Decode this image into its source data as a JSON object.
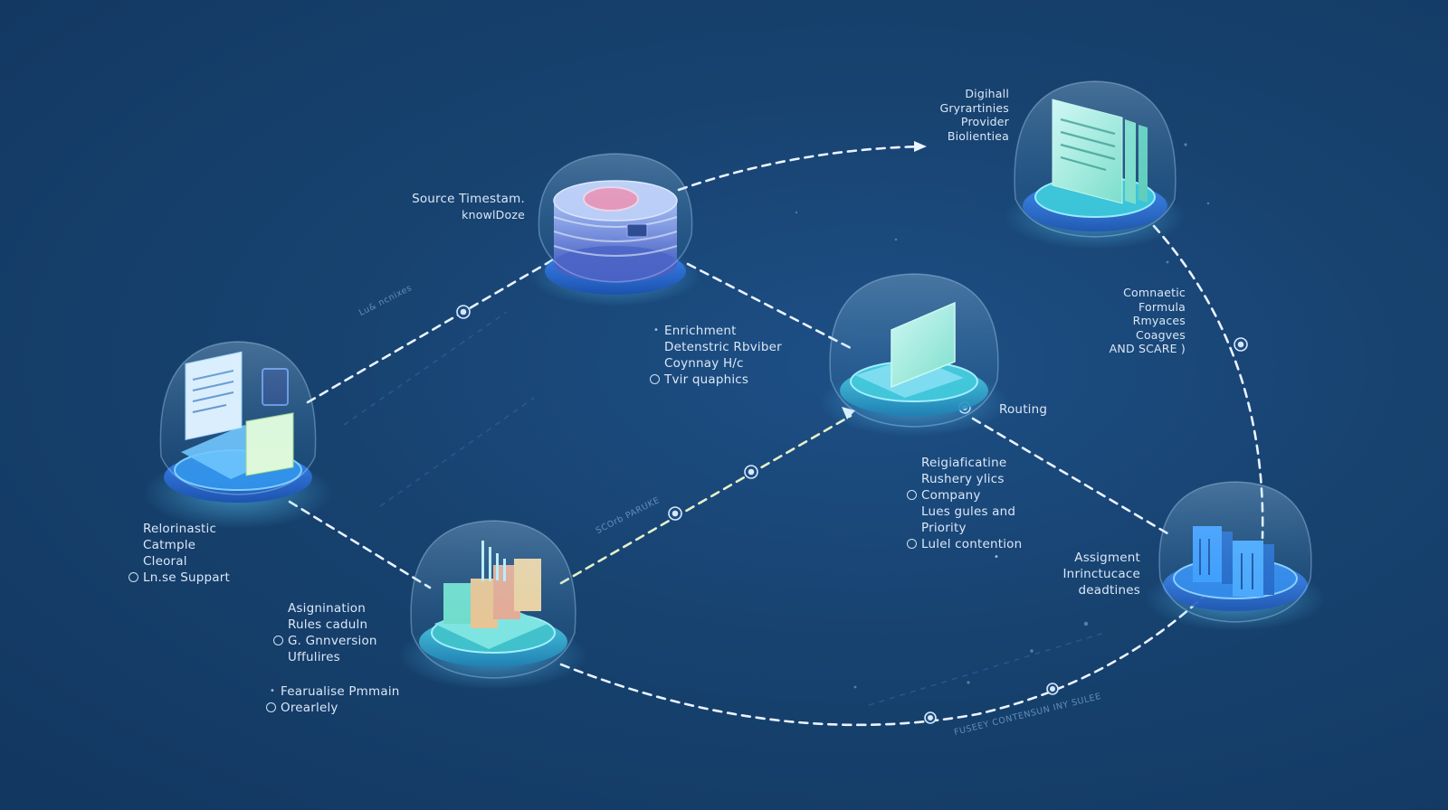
{
  "nodes": {
    "source": {
      "label_lines": [
        "Source Timestam.",
        "knowlDoze"
      ]
    },
    "provider": {
      "label_lines": [
        "Digihall",
        "Gryrartinies",
        "Provider",
        "Biolientiea"
      ]
    },
    "enrichment": {
      "label_lines": [
        "Enrichment",
        "Detenstric Rbviber",
        "Coynnay H/c",
        "Tvir quaphics"
      ]
    },
    "routing": {
      "label": "Routing",
      "detail_lines": [
        "Reigiaficatine",
        "Rushery ylics",
        "Company",
        "Lues gules and",
        "Priority",
        "Lulel contention"
      ]
    },
    "comnaetic": {
      "label_lines": [
        "Comnaetic",
        "Formula",
        "Rmyaces",
        "Coagves",
        "AND SCARE )"
      ]
    },
    "reporting": {
      "label_lines": [
        "Relorinastic",
        "Catmple",
        "Cleoral",
        "Ln.se Suppart"
      ]
    },
    "analytics": {
      "label_lines": [
        "Asignination",
        "Rules caduln",
        "G. Gnnversion",
        "Uffulires"
      ],
      "extra_lines": [
        "Fearualise Pmmain",
        "Orearlely"
      ]
    },
    "assignment": {
      "label_lines": [
        "Assigment",
        "Inrinctucace",
        "deadtines"
      ]
    }
  },
  "path_labels": {
    "upper_left": "Lu& ncnixes",
    "middle": "SCOrb PARUKE",
    "bottom": "FUSEEY CONTENSUN INY SULEE"
  },
  "colors": {
    "background": "#17426f",
    "connector": "#eaf3ff",
    "connector_warm": "#e6f0c8",
    "accent_cyan": "#3fd3d6",
    "accent_blue": "#2f7fe0"
  }
}
